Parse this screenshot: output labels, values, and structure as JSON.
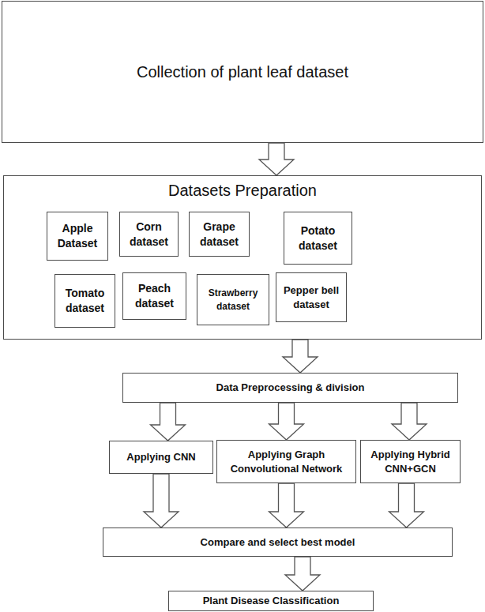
{
  "diagram": {
    "nodes": [
      {
        "text": [
          "Collection of plant leaf dataset"
        ]
      },
      {
        "text": [
          "Datasets Preparation"
        ]
      },
      {
        "text": [
          "Apple Dataset"
        ],
        "in": 1
      },
      {
        "text": [
          "Corn dataset"
        ],
        "in": 1
      },
      {
        "text": [
          "Grape dataset"
        ],
        "in": 1
      },
      {
        "text": [
          "Potato dataset"
        ],
        "in": 1
      },
      {
        "text": [
          "Tomato dataset"
        ],
        "in": 1
      },
      {
        "text": [
          "Peach dataset"
        ],
        "in": 1
      },
      {
        "text": [
          "Strawberry dataset"
        ],
        "in": 1
      },
      {
        "text": [
          "Pepper bell dataset"
        ],
        "in": 1
      },
      {
        "text": [
          "Data Preprocessing & division"
        ]
      },
      {
        "text": [
          "Applying CNN"
        ]
      },
      {
        "text": [
          "Applying Graph Convolutional Network"
        ]
      },
      {
        "text": [
          "Applying Hybrid CNN+GCN"
        ]
      },
      {
        "text": [
          "Compare and select best model"
        ]
      },
      {
        "text": [
          "Plant Disease Classification"
        ]
      }
    ],
    "edges": [
      {
        "from": 0,
        "to": 1,
        "arrow": "to"
      },
      {
        "from": 1,
        "to": 10,
        "arrow": "to"
      },
      {
        "from": 10,
        "to": 11,
        "arrow": "to"
      },
      {
        "from": 10,
        "to": 12,
        "arrow": "to"
      },
      {
        "from": 10,
        "to": 13,
        "arrow": "to"
      },
      {
        "from": 11,
        "to": 14,
        "arrow": "to"
      },
      {
        "from": 12,
        "to": 14,
        "arrow": "to"
      },
      {
        "from": 13,
        "to": 14,
        "arrow": "to"
      },
      {
        "from": 14,
        "to": 15,
        "arrow": "to"
      }
    ]
  }
}
